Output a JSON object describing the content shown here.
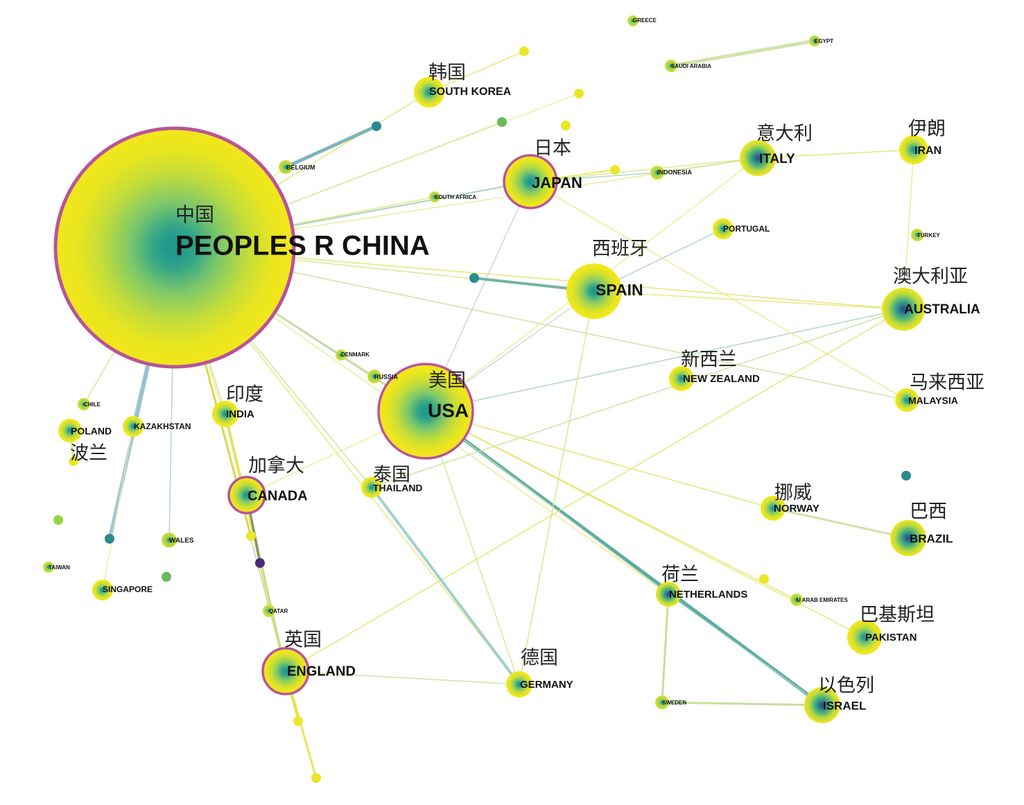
{
  "palette": {
    "outer": "#f2e51b",
    "inner": "#1f9a8a",
    "core": "#3b528b",
    "ring": "#b8549a"
  },
  "nodes": [
    {
      "id": "china",
      "en": "PEOPLES R CHINA",
      "zh": "中国",
      "ring": true
    },
    {
      "id": "usa",
      "en": "USA",
      "zh": "美国",
      "ring": true
    },
    {
      "id": "japan",
      "en": "JAPAN",
      "zh": "日本",
      "ring": true
    },
    {
      "id": "canada",
      "en": "CANADA",
      "zh": "加拿大",
      "ring": true
    },
    {
      "id": "england",
      "en": "ENGLAND",
      "zh": "英国",
      "ring": true
    },
    {
      "id": "spain",
      "en": "SPAIN",
      "zh": "西班牙"
    },
    {
      "id": "italy",
      "en": "ITALY",
      "zh": "意大利"
    },
    {
      "id": "iran",
      "en": "IRAN",
      "zh": "伊朗"
    },
    {
      "id": "australia",
      "en": "AUSTRALIA",
      "zh": "澳大利亚"
    },
    {
      "id": "southkorea",
      "en": "SOUTH KOREA",
      "zh": "韩国"
    },
    {
      "id": "newzealand",
      "en": "NEW ZEALAND",
      "zh": "新西兰"
    },
    {
      "id": "malaysia",
      "en": "MALAYSIA",
      "zh": "马来西亚"
    },
    {
      "id": "india",
      "en": "INDIA",
      "zh": "印度"
    },
    {
      "id": "poland",
      "en": "POLAND",
      "zh": "波兰"
    },
    {
      "id": "thailand",
      "en": "THAILAND",
      "zh": "泰国"
    },
    {
      "id": "norway",
      "en": "NORWAY",
      "zh": "挪威"
    },
    {
      "id": "brazil",
      "en": "BRAZIL",
      "zh": "巴西"
    },
    {
      "id": "netherlands",
      "en": "NETHERLANDS",
      "zh": "荷兰"
    },
    {
      "id": "pakistan",
      "en": "PAKISTAN",
      "zh": "巴基斯坦"
    },
    {
      "id": "germany",
      "en": "GERMANY",
      "zh": "德国"
    },
    {
      "id": "israel",
      "en": "ISRAEL",
      "zh": "以色列"
    },
    {
      "id": "portugal",
      "en": "PORTUGAL"
    },
    {
      "id": "kazakhstan",
      "en": "KAZAKHSTAN"
    },
    {
      "id": "russia",
      "en": "RUSSIA"
    },
    {
      "id": "denmark",
      "en": "DENMARK"
    },
    {
      "id": "belgium",
      "en": "BELGIUM"
    },
    {
      "id": "southafrica",
      "en": "SOUTH AFRICA"
    },
    {
      "id": "indonesia",
      "en": "INDONESIA"
    },
    {
      "id": "greece",
      "en": "GREECE"
    },
    {
      "id": "egypt",
      "en": "EGYPT"
    },
    {
      "id": "saudiarabia",
      "en": "SAUDI ARABIA"
    },
    {
      "id": "turkey",
      "en": "TURKEY"
    },
    {
      "id": "chile",
      "en": "CHILE"
    },
    {
      "id": "wales",
      "en": "WALES"
    },
    {
      "id": "taiwan",
      "en": "TAIWAN"
    },
    {
      "id": "singapore",
      "en": "SINGAPORE"
    },
    {
      "id": "qatar",
      "en": "QATAR"
    },
    {
      "id": "sweden",
      "en": "SWEDEN"
    },
    {
      "id": "uae",
      "en": "U ARAB EMIRATES"
    }
  ],
  "links": [
    [
      "china",
      "usa"
    ],
    [
      "china",
      "japan"
    ],
    [
      "china",
      "canada"
    ],
    [
      "china",
      "england"
    ],
    [
      "china",
      "spain"
    ],
    [
      "china",
      "italy"
    ],
    [
      "china",
      "australia"
    ],
    [
      "china",
      "india"
    ],
    [
      "china",
      "kazakhstan"
    ],
    [
      "china",
      "russia"
    ],
    [
      "china",
      "denmark"
    ],
    [
      "china",
      "belgium"
    ],
    [
      "china",
      "southafrica"
    ],
    [
      "china",
      "thailand"
    ],
    [
      "china",
      "germany"
    ],
    [
      "china",
      "wales"
    ],
    [
      "china",
      "chile"
    ],
    [
      "china",
      "netherlands"
    ],
    [
      "china",
      "southkorea"
    ],
    [
      "china",
      "malaysia"
    ],
    [
      "usa",
      "japan"
    ],
    [
      "usa",
      "spain"
    ],
    [
      "usa",
      "israel"
    ],
    [
      "usa",
      "canada"
    ],
    [
      "usa",
      "norway"
    ],
    [
      "usa",
      "netherlands"
    ],
    [
      "usa",
      "pakistan"
    ],
    [
      "usa",
      "australia"
    ],
    [
      "usa",
      "germany"
    ],
    [
      "usa",
      "italy"
    ],
    [
      "usa",
      "uae"
    ],
    [
      "usa",
      "russia"
    ],
    [
      "usa",
      "denmark"
    ],
    [
      "japan",
      "indonesia"
    ],
    [
      "japan",
      "italy"
    ],
    [
      "japan",
      "malaysia"
    ],
    [
      "italy",
      "iran"
    ],
    [
      "italy",
      "indonesia"
    ],
    [
      "spain",
      "australia"
    ],
    [
      "spain",
      "portugal"
    ],
    [
      "spain",
      "germany"
    ],
    [
      "australia",
      "iran"
    ],
    [
      "australia",
      "england"
    ],
    [
      "australia",
      "thailand"
    ],
    [
      "norway",
      "brazil"
    ],
    [
      "netherlands",
      "israel"
    ],
    [
      "netherlands",
      "sweden"
    ],
    [
      "sweden",
      "israel"
    ],
    [
      "thailand",
      "germany"
    ],
    [
      "england",
      "germany"
    ],
    [
      "india",
      "england"
    ],
    [
      "canada",
      "england"
    ],
    [
      "saudiarabia",
      "egypt"
    ]
  ]
}
